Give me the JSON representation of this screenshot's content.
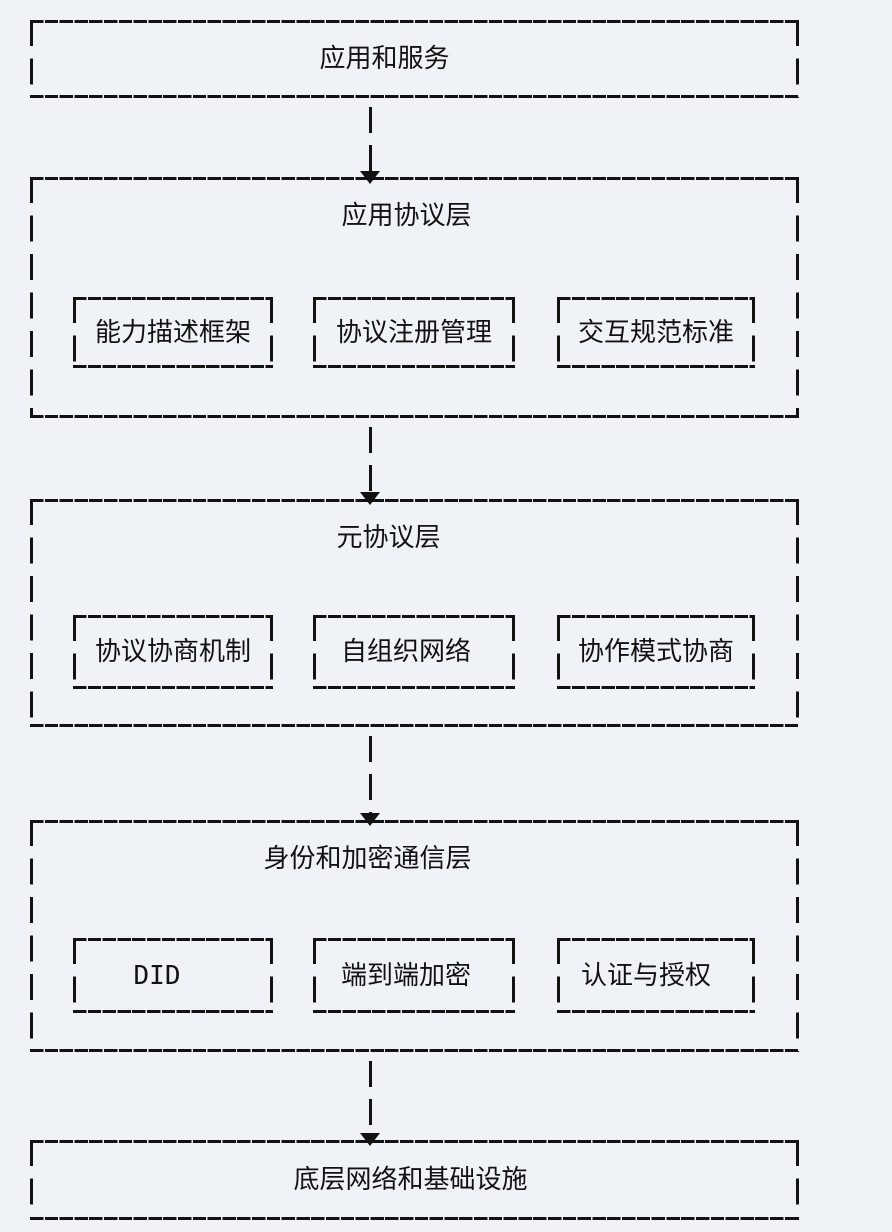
{
  "diagram": {
    "colors": {
      "background": "#eff3f8",
      "ink": "#121212"
    },
    "layers": [
      {
        "id": "applications-and-services",
        "title": "应用和服务",
        "children": []
      },
      {
        "id": "application-protocol-layer",
        "title": "应用协议层",
        "children": [
          "能力描述框架",
          "协议注册管理",
          "交互规范标准"
        ]
      },
      {
        "id": "meta-protocol-layer",
        "title": "元协议层",
        "children": [
          "协议协商机制",
          "自组织网络",
          "协作模式协商"
        ]
      },
      {
        "id": "identity-encrypted-communication-layer",
        "title": "身份和加密通信层",
        "children": [
          "DID",
          "端到端加密",
          "认证与授权"
        ]
      },
      {
        "id": "underlying-network-and-infrastructure",
        "title": "底层网络和基础设施",
        "children": []
      }
    ],
    "connections": [
      {
        "from": "applications-and-services",
        "to": "application-protocol-layer",
        "style": "arrow-down"
      },
      {
        "from": "application-protocol-layer",
        "to": "meta-protocol-layer",
        "style": "arrow-down"
      },
      {
        "from": "meta-protocol-layer",
        "to": "identity-encrypted-communication-layer",
        "style": "arrow-down"
      },
      {
        "from": "identity-encrypted-communication-layer",
        "to": "underlying-network-and-infrastructure",
        "style": "arrow-down"
      }
    ]
  }
}
